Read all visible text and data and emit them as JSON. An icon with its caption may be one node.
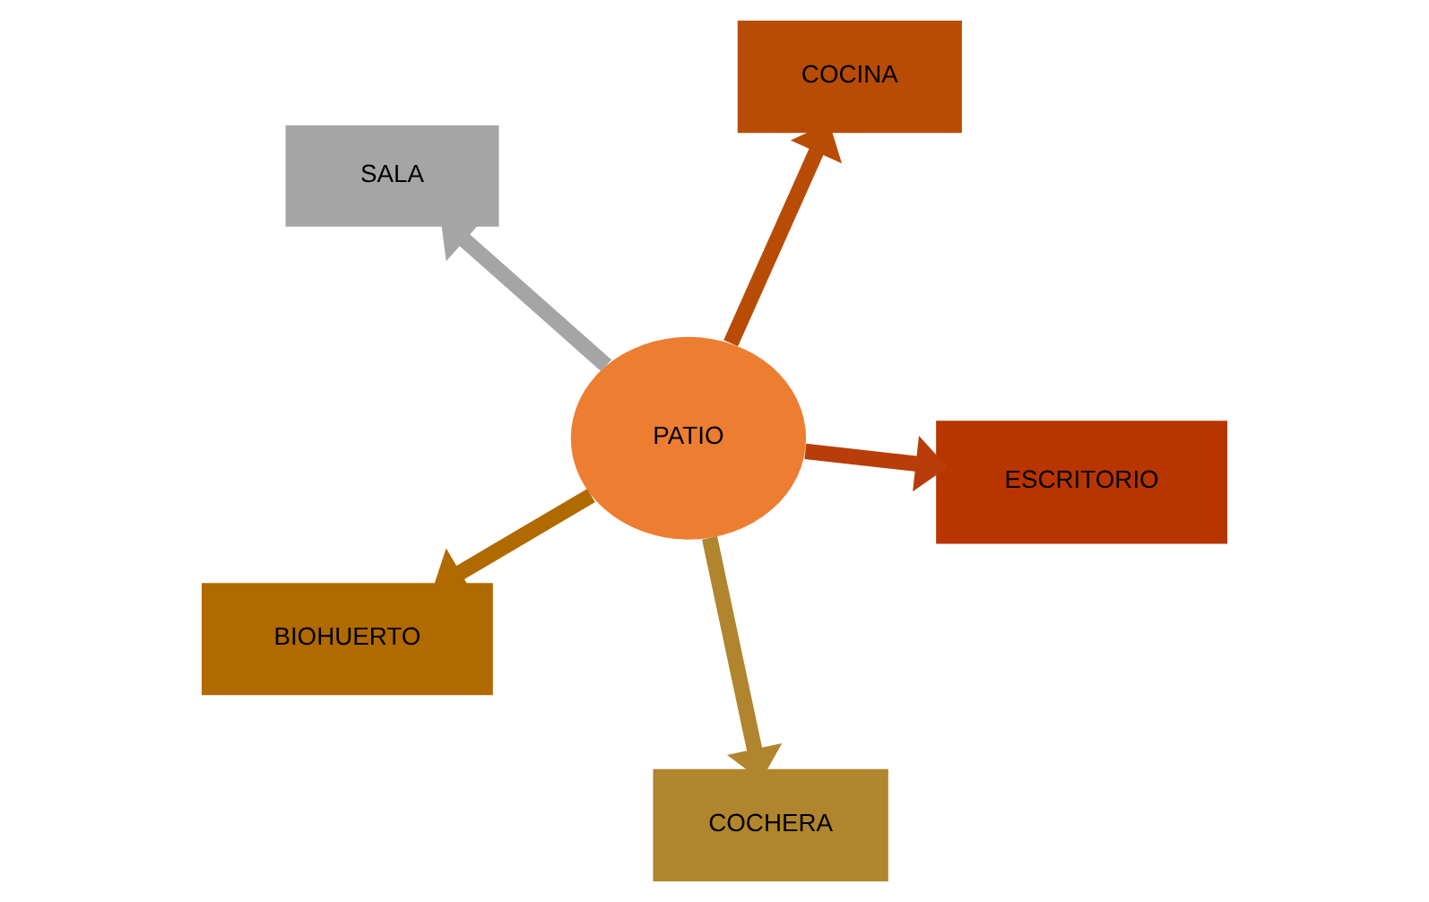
{
  "diagram": {
    "nodes": [
      {
        "text": [
          "SALA"
        ]
      },
      {
        "text": [
          "ESCRITORIO"
        ]
      },
      {
        "text": [
          "COCHERA"
        ]
      },
      {
        "text": [
          "PATIO"
        ]
      },
      {
        "text": [
          "COCINA"
        ]
      },
      {
        "text": [
          "BIOHUERTO"
        ]
      }
    ],
    "edges": [
      {
        "from": 3,
        "to": 0,
        "arrow": "to",
        "color": "#a5a5a5"
      },
      {
        "from": 3,
        "to": 1,
        "arrow": "to",
        "color": "#b83d0b"
      },
      {
        "from": 3,
        "to": 2,
        "arrow": "to",
        "color": "#b0852e"
      },
      {
        "from": 3,
        "to": 4,
        "arrow": "to",
        "color": "#b84c05"
      },
      {
        "from": 3,
        "to": 5,
        "arrow": "to",
        "color": "#b06a00"
      }
    ]
  }
}
